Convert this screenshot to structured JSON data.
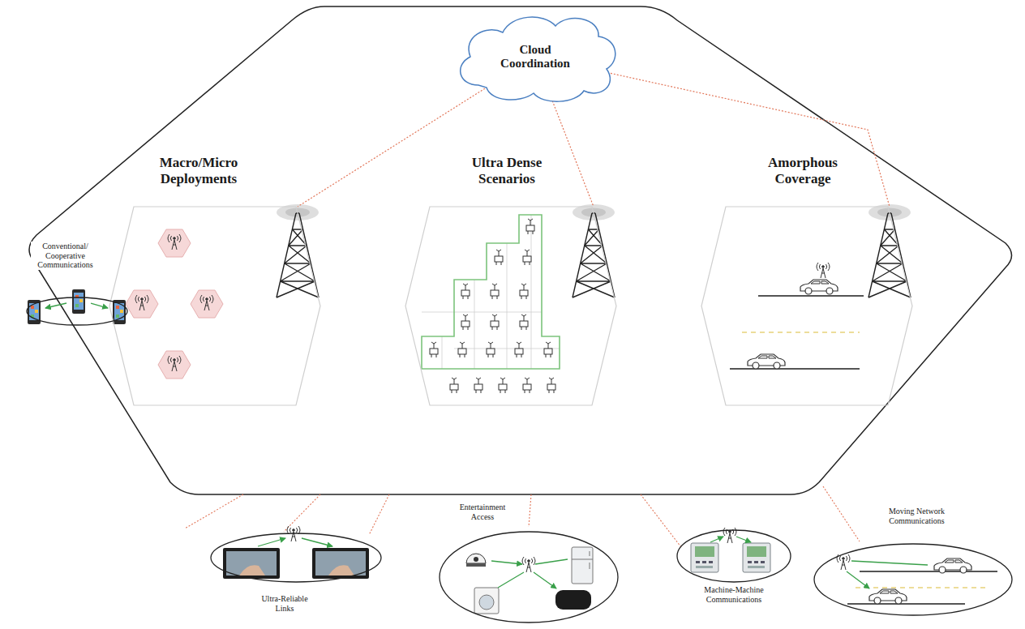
{
  "diagram": {
    "nodes": [
      {
        "text": [
          "Cloud Coordination"
        ]
      },
      {
        "text": [
          "Macro/Micro Deployments"
        ]
      },
      {
        "text": [
          "Ultra Dense Scenarios"
        ]
      },
      {
        "text": [
          "Amorphous Coverage"
        ]
      },
      {
        "text": [
          "Conventional/ Cooperative Communications"
        ]
      },
      {
        "text": [
          "Ultra-Reliable Links"
        ]
      },
      {
        "text": [
          "Entertainment Access"
        ]
      },
      {
        "text": [
          "Machine-Machine Communications"
        ]
      },
      {
        "text": [
          "Moving Network Communications"
        ]
      }
    ],
    "edges": [
      {
        "from": 0,
        "to": 1,
        "arrow": "none"
      },
      {
        "from": 0,
        "to": 2,
        "arrow": "none"
      },
      {
        "from": 0,
        "to": 3,
        "arrow": "none"
      }
    ]
  }
}
